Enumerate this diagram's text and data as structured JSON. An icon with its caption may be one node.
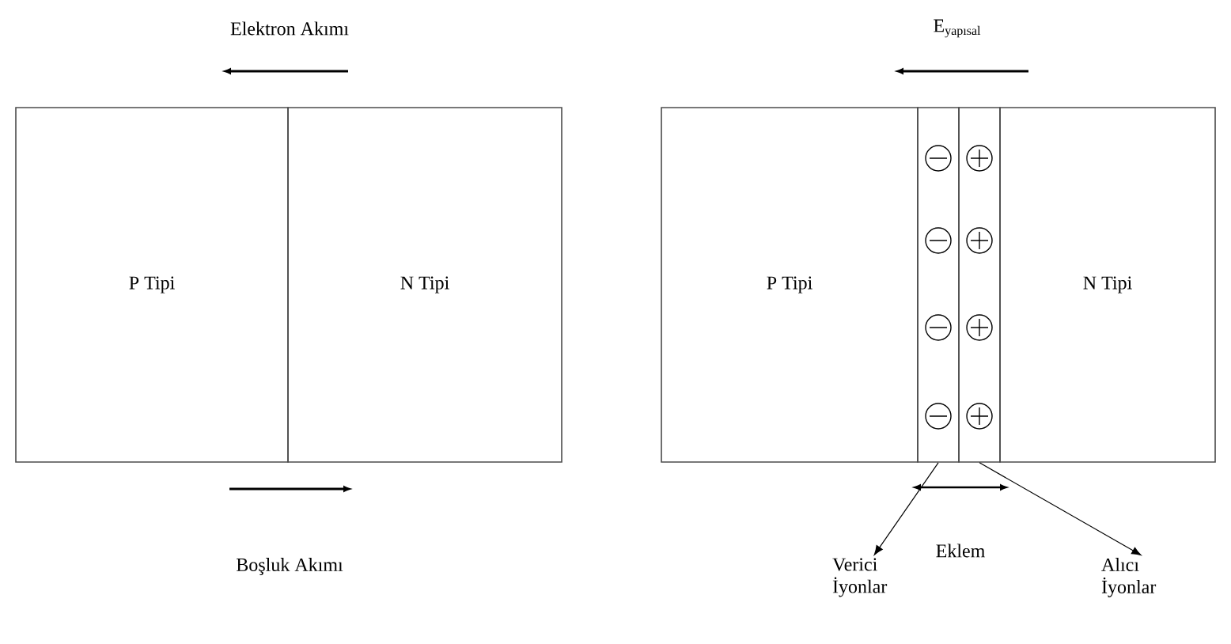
{
  "diagram": {
    "nodes": [
      {
        "text": [
          "P Tipi"
        ]
      },
      {
        "text": [
          "N Tipi"
        ]
      },
      {
        "text": [
          "P Tipi"
        ]
      },
      {
        "text": [],
        "shape": "box"
      },
      {
        "text": [],
        "shape": "box"
      },
      {
        "text": [
          "N Tipi"
        ]
      },
      {
        "text": [
          "Verici İyonlar"
        ]
      },
      {
        "text": [
          "Alıcı İyonlar"
        ]
      }
    ],
    "edges": [
      {
        "from": 3,
        "to": 6,
        "arrow": "to"
      },
      {
        "from": 4,
        "to": 7,
        "arrow": "to"
      }
    ],
    "labels": [
      "Elektron Akımı",
      "E$_{yapısal}$",
      "Boşluk Akımı",
      "Eklem"
    ]
  }
}
